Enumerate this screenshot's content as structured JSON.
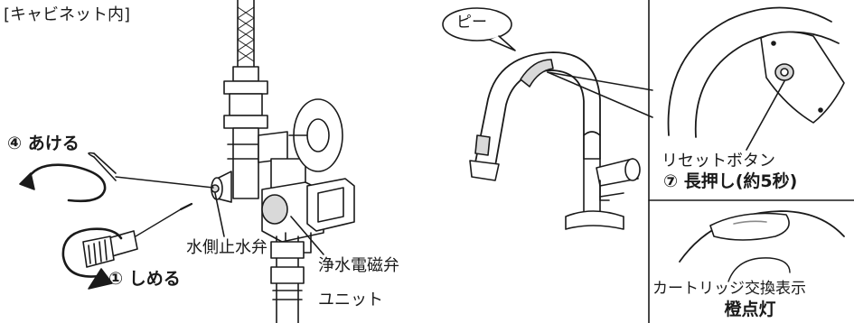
{
  "section_label": "[キャビネット内]",
  "step_open": "④ あける",
  "step_close": "① しめる",
  "water_valve": "水側止水弁",
  "solenoid_line1": "浄水電磁弁",
  "solenoid_line2": "ユニット",
  "beep": "ピー",
  "reset_button": "リセットボタン",
  "long_press": "⑦ 長押し(約5秒)",
  "cartridge_indicator": "カートリッジ交換表示",
  "orange_lit": "橙点灯",
  "colors": {
    "line": "#1a1a1a",
    "fill": "#ffffff",
    "shade": "#d9d9d9"
  }
}
